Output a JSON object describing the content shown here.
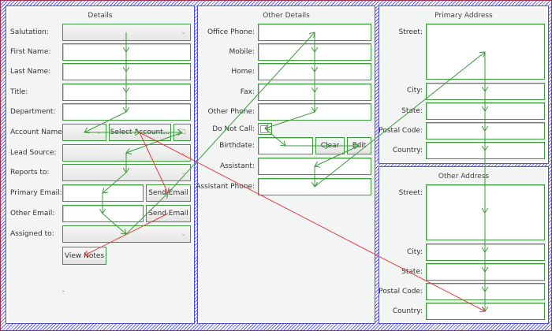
{
  "details": {
    "title": "Details",
    "labels": {
      "salutation": "Salutation:",
      "first_name": "First Name:",
      "last_name": "Last Name:",
      "title": "Title:",
      "department": "Department:",
      "account_name": "Account Name:",
      "lead_source": "Lead Source:",
      "reports_to": "Reports to:",
      "primary_email": "Primary Email:",
      "other_email": "Other Email:",
      "assigned_to": "Assigned to:"
    },
    "values": {
      "salutation": "",
      "first_name": "",
      "last_name": "",
      "title": "",
      "department": "",
      "account_name": "",
      "lead_source": "",
      "reports_to": "",
      "primary_email": "",
      "other_email": "",
      "assigned_to": ""
    },
    "buttons": {
      "select_account": "Select Account...",
      "send_email_primary": "Send Email",
      "send_email_other": "Send Email",
      "view_notes": "View Notes"
    },
    "status_text": "-"
  },
  "other_details": {
    "title": "Other Details",
    "labels": {
      "office_phone": "Office Phone:",
      "mobile": "Mobile:",
      "home": "Home:",
      "fax": "Fax:",
      "other_phone": "Other Phone:",
      "do_not_call": "Do Not Call:",
      "birthdate": "Birthdate:",
      "assistant": "Assistant:",
      "assistant_phone": "Assistant Phone:"
    },
    "values": {
      "office_phone": "",
      "mobile": "",
      "home": "",
      "fax": "",
      "other_phone": "",
      "birthdate": "",
      "assistant": "",
      "assistant_phone": ""
    },
    "do_not_call_checked": false,
    "buttons": {
      "clear": "Clear",
      "edit": "Edit"
    }
  },
  "primary_address": {
    "title": "Primary Address",
    "labels": {
      "street": "Street:",
      "city": "City:",
      "state": "State:",
      "postal_code": "Postal Code:",
      "country": "Country:"
    },
    "values": {
      "street": "",
      "city": "",
      "state": "",
      "postal_code": "",
      "country": ""
    }
  },
  "other_address": {
    "title": "Other Address",
    "labels": {
      "street": "Street:",
      "city": "City:",
      "state": "State:",
      "postal_code": "Postal Code:",
      "country": "Country:"
    },
    "values": {
      "street": "",
      "city": "",
      "state": "",
      "postal_code": "",
      "country": ""
    }
  },
  "colors": {
    "focus_chain": "#3c9a3c",
    "buddy_link": "#e04040",
    "layout_border": "#5050e0"
  }
}
